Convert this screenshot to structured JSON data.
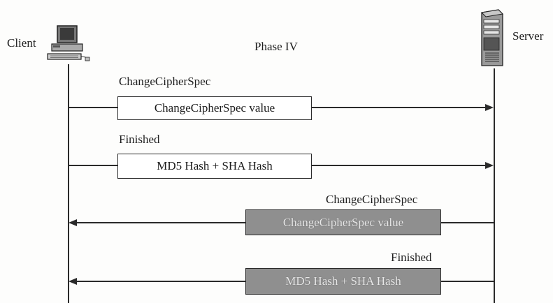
{
  "diagram": {
    "title": "Phase IV",
    "client_label": "Client",
    "server_label": "Server",
    "messages": [
      {
        "label": "ChangeCipherSpec",
        "content": "ChangeCipherSpec value",
        "direction": "client-to-server",
        "shaded": false
      },
      {
        "label": "Finished",
        "content": "MD5 Hash + SHA Hash",
        "direction": "client-to-server",
        "shaded": false
      },
      {
        "label": "ChangeCipherSpec",
        "content": "ChangeCipherSpec value",
        "direction": "server-to-client",
        "shaded": true
      },
      {
        "label": "Finished",
        "content": "MD5 Hash + SHA Hash",
        "direction": "server-to-client",
        "shaded": true
      }
    ]
  },
  "colors": {
    "line": "#2a2a2a",
    "shaded_box": "#8f8f8f",
    "background": "#fdfdfc"
  },
  "icons": {
    "client": "desktop-computer-icon",
    "server": "server-tower-icon"
  }
}
